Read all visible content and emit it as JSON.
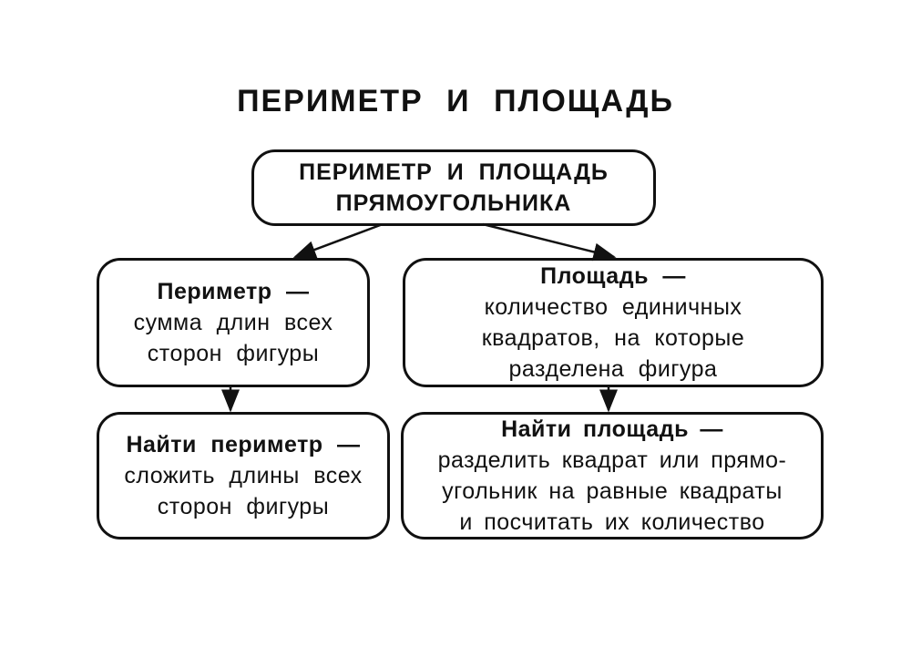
{
  "title": "ПЕРИМЕТР И ПЛОЩАДЬ",
  "root": {
    "line1": "ПЕРИМЕТР И ПЛОЩАДЬ",
    "line2": "ПРЯМОУГОЛЬНИКА"
  },
  "perimeter_def": {
    "term": "Периметр —",
    "lines": [
      "сумма длин всех",
      "сторон фигуры"
    ]
  },
  "area_def": {
    "term": "Площадь —",
    "lines": [
      "количество единичных",
      "квадратов, на которые",
      "разделена фигура"
    ]
  },
  "find_perimeter": {
    "term": "Найти периметр —",
    "lines": [
      "сложить длины всех",
      "сторон фигуры"
    ]
  },
  "find_area": {
    "term": "Найти площадь —",
    "lines": [
      "разделить квадрат или прямо-",
      "угольник на равные квадраты",
      "и посчитать их количество"
    ]
  }
}
